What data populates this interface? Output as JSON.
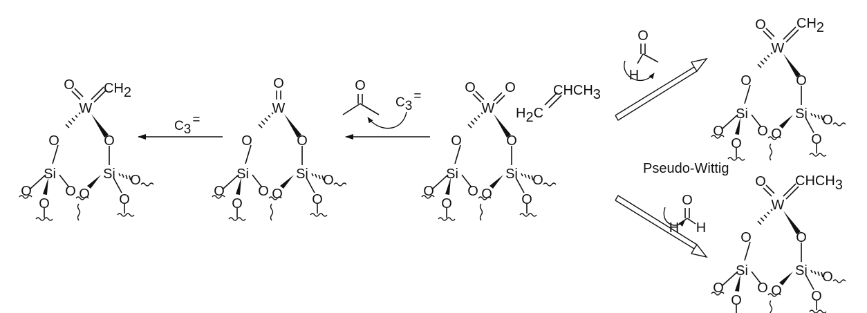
{
  "atoms": {
    "W": "W",
    "O": "O",
    "Si": "Si",
    "H": "H",
    "CH2": "CH",
    "CH2_sub": "2",
    "CHCH3_main": "CHCH",
    "CHCH3_sub": "3",
    "H2C_main": "H",
    "H2C_sub": "2",
    "H2C_tail": "C"
  },
  "reagents": {
    "propene_left": "C",
    "propene_left_sub": "3",
    "propene_left_sup": "=",
    "propene_mid": "C",
    "propene_mid_sub": "3",
    "propene_mid_sup": "="
  },
  "labels": {
    "pseudo_wittig": "Pseudo-Wittig"
  },
  "colors": {
    "ink": "#111111",
    "background": "#ffffff"
  }
}
